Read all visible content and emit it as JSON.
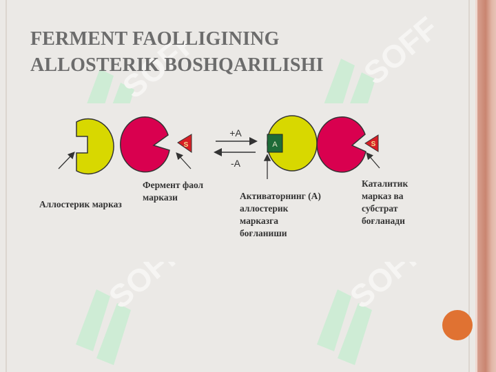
{
  "slide": {
    "title_line1": "FERMENT FAOLLIGINING",
    "title_line2": "ALLOSTERIK BOSHQARILISHI"
  },
  "diagram": {
    "arrow_forward_label": "+A",
    "arrow_backward_label": "-A",
    "activator_marker": "A",
    "substrate_marker_left": "S",
    "substrate_marker_right": "S",
    "labels": {
      "allosteric_center": "Аллостерик марказ",
      "active_center": [
        "Фермент фаол",
        "маркази"
      ],
      "activator_binding": [
        "Активаторнинг (А)",
        "аллостерик",
        "марказга",
        "боғланиши"
      ],
      "catalytic_center": [
        "Каталитик",
        "марказ ва",
        "субстрат",
        "боғланади"
      ]
    }
  },
  "watermark": {
    "text": "SOFF"
  },
  "colors": {
    "yellow": "#d8d800",
    "magenta": "#d9004f",
    "substrate_red": "#d81f26",
    "activator_green": "#1e6b38",
    "accent_orange": "#e07232",
    "title_gray": "#6c6c6c"
  }
}
